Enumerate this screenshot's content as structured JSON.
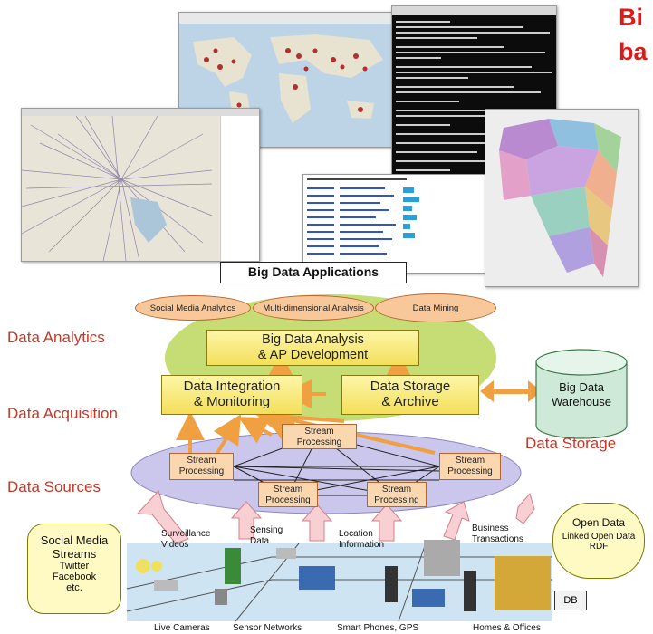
{
  "title_fragment": {
    "line1": "Bi",
    "line2": "ba"
  },
  "apps_label": "Big Data Applications",
  "layers": {
    "analytics": "Data Analytics",
    "acquisition": "Data Acquisition",
    "sources": "Data Sources",
    "storage": "Data Storage"
  },
  "analysis_ovals": [
    "Social Media Analytics",
    "Multi-dimensional Analysis",
    "Data Mining"
  ],
  "boxes": {
    "analysis": {
      "line1": "Big Data Analysis",
      "line2": "& AP Development"
    },
    "integration": {
      "line1": "Data Integration",
      "line2": "& Monitoring"
    },
    "storage": {
      "line1": "Data Storage",
      "line2": "& Archive"
    },
    "warehouse": {
      "line1": "Big Data",
      "line2": "Warehouse"
    }
  },
  "stream_label": {
    "line1": "Stream",
    "line2": "Processing"
  },
  "social": {
    "line1": "Social Media",
    "line2": "Streams",
    "line3": "Twitter",
    "line4": "Facebook",
    "line5": "etc."
  },
  "open_data": {
    "line1": "Open Data",
    "line2": "Linked Open Data",
    "line3": "RDF"
  },
  "sources": {
    "surveillance": {
      "line1": "Surveillance",
      "line2": "Videos"
    },
    "sensing": {
      "line1": "Sensing",
      "line2": "Data"
    },
    "location": {
      "line1": "Location",
      "line2": "Information"
    },
    "business": {
      "line1": "Business",
      "line2": "Transactions"
    }
  },
  "db_label": "DB",
  "bottom_labels": [
    "Live Cameras",
    "Sensor Networks",
    "Smart Phones, GPS",
    "Homes & Offices"
  ],
  "colors": {
    "layer_label": "#c0392b",
    "arrow": "#f0a040",
    "title": "#e01818"
  }
}
